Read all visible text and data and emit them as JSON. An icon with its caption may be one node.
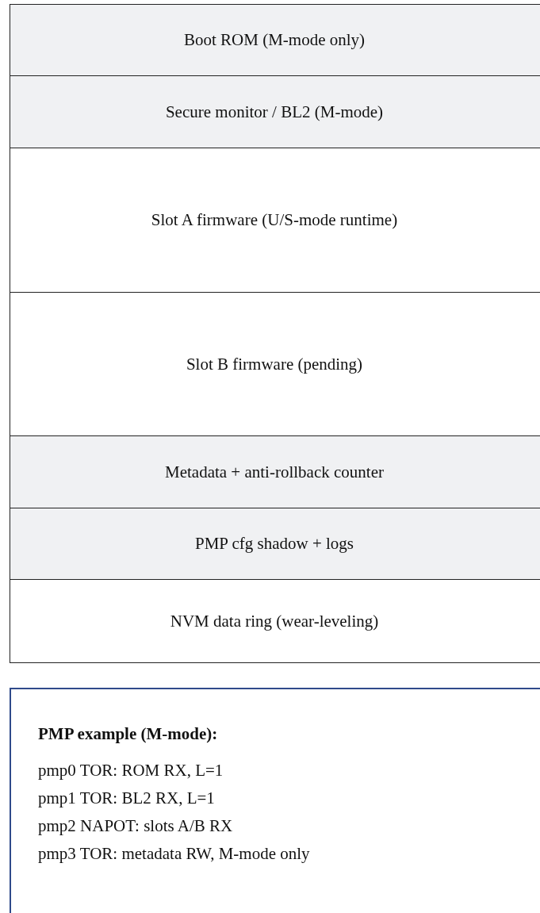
{
  "diagram": {
    "nodes": [
      {
        "text": [
          "Boot ROM (M-mode only)"
        ]
      },
      {
        "text": [
          "Secure monitor / BL2 (M-mode)"
        ]
      },
      {
        "text": [
          "Slot A firmware (U/S-mode runtime)"
        ]
      },
      {
        "text": [
          "Slot B firmware (pending)"
        ]
      },
      {
        "text": [
          "Metadata + anti-rollback counter"
        ]
      },
      {
        "text": [
          "PMP cfg shadow + logs"
        ]
      },
      {
        "text": [
          "NVM data ring (wear-leveling)"
        ]
      },
      {
        "text": [
          "PMP example (M-mode):",
          "pmp0 TOR: ROM RX, L=1",
          "pmp1 TOR: BL2 RX, L=1",
          "pmp2 NAPOT: slots A/B RX",
          "pmp3 TOR: metadata RW, M-mode only"
        ]
      }
    ]
  }
}
